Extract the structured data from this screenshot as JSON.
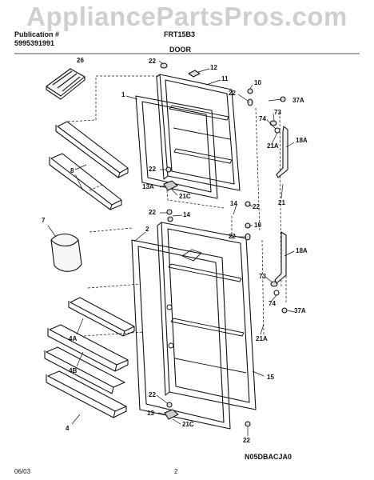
{
  "watermark": "AppliancePartsPros.com",
  "header": {
    "publication": "Publication #",
    "publication_number": "5995391991",
    "model": "FRT15B3",
    "section_title": "DOOR"
  },
  "footer": {
    "date": "06/03",
    "page": "2",
    "diagram_code": "N05DBACJA0"
  },
  "callouts": {
    "c26": "26",
    "c22a": "22",
    "c12": "12",
    "c11": "11",
    "c10a": "10",
    "c1": "1",
    "c22b": "22",
    "c37a1": "37A",
    "c73a": "73",
    "c74a": "74",
    "c21a1": "21A",
    "c18a1": "18A",
    "c22c": "22",
    "c8": "8",
    "c22d": "22",
    "c13a": "13A",
    "c21c1": "21C",
    "c21": "21",
    "c14a": "14",
    "c14b": "14",
    "c22e": "22",
    "c10b": "10",
    "c7": "7",
    "c2": "2",
    "c22f": "22",
    "c18a2": "18A",
    "c73b": "73",
    "c74b": "74",
    "c37a2": "37A",
    "c4a": "4A",
    "c21a2": "21A",
    "c4b": "4B",
    "c15": "15",
    "c22g": "22",
    "c13": "13",
    "c21c2": "21C",
    "c4": "4",
    "c22h": "22"
  }
}
